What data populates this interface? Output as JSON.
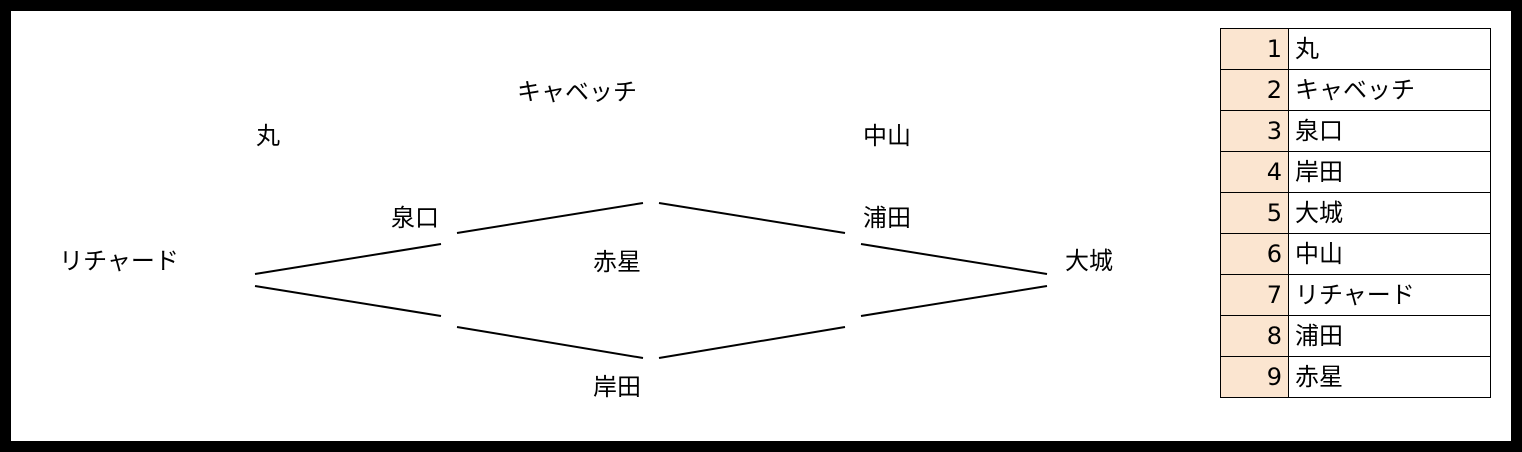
{
  "diagram": {
    "nodes": [
      {
        "id": "maru",
        "label": "丸"
      },
      {
        "id": "kyabecchi",
        "label": "キャベッチ"
      },
      {
        "id": "izumiguchi",
        "label": "泉口"
      },
      {
        "id": "kishida",
        "label": "岸田"
      },
      {
        "id": "ooshiro",
        "label": "大城"
      },
      {
        "id": "nakayama",
        "label": "中山"
      },
      {
        "id": "richard",
        "label": "リチャード"
      },
      {
        "id": "urata",
        "label": "浦田"
      },
      {
        "id": "akahoshi",
        "label": "赤星"
      }
    ],
    "edges": [
      [
        "richard",
        "izumiguchi"
      ],
      [
        "izumiguchi",
        "kyabecchi"
      ],
      [
        "kyabecchi",
        "urata"
      ],
      [
        "urata",
        "ooshiro"
      ],
      [
        "richard",
        "kishida"
      ],
      [
        "kishida",
        "akahoshi"
      ],
      [
        "akahoshi",
        "nakayama"
      ],
      [
        "nakayama",
        "ooshiro"
      ]
    ]
  },
  "legend": {
    "rows": [
      {
        "num": "1",
        "name": "丸"
      },
      {
        "num": "2",
        "name": "キャベッチ"
      },
      {
        "num": "3",
        "name": "泉口"
      },
      {
        "num": "4",
        "name": "岸田"
      },
      {
        "num": "5",
        "name": "大城"
      },
      {
        "num": "6",
        "name": "中山"
      },
      {
        "num": "7",
        "name": "リチャード"
      },
      {
        "num": "8",
        "name": "浦田"
      },
      {
        "num": "9",
        "name": "赤星"
      }
    ]
  },
  "colors": {
    "frame": "#000000",
    "legend_number_fill": "#fbe5d0",
    "background": "#ffffff"
  }
}
